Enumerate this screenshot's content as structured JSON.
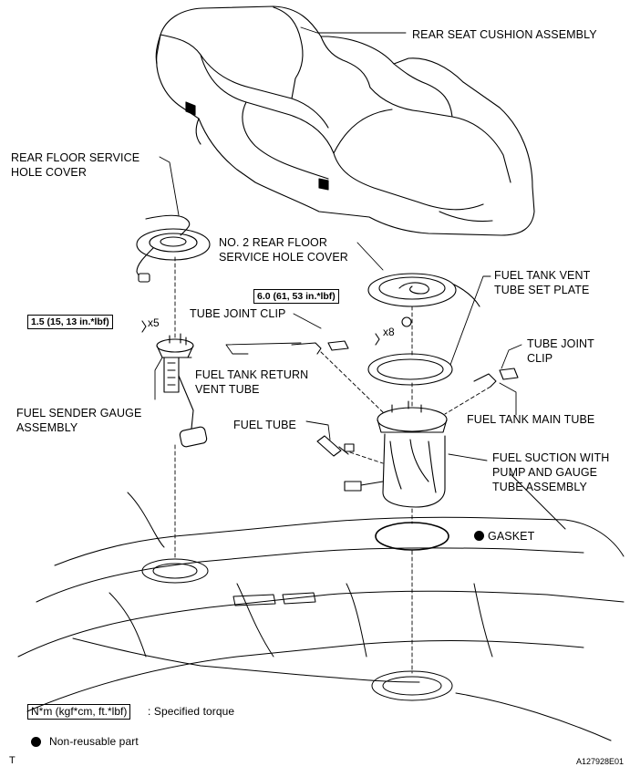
{
  "labels": {
    "rear_seat_cushion": "REAR SEAT CUSHION ASSEMBLY",
    "rear_floor_cover": "REAR FLOOR SERVICE\nHOLE COVER",
    "no2_rear_floor_cover": "NO. 2 REAR FLOOR\nSERVICE HOLE COVER",
    "vent_tube_set_plate": "FUEL TANK VENT\nTUBE SET PLATE",
    "tube_joint_clip_left": "TUBE JOINT CLIP",
    "tube_joint_clip_right": "TUBE JOINT\nCLIP",
    "return_vent_tube": "FUEL TANK RETURN\nVENT TUBE",
    "main_tube": "FUEL TANK MAIN TUBE",
    "sender_gauge": "FUEL SENDER GAUGE\nASSEMBLY",
    "fuel_tube": "FUEL TUBE",
    "suction_assembly": "FUEL SUCTION WITH\nPUMP AND GAUGE\nTUBE ASSEMBLY",
    "gasket": "GASKET"
  },
  "torques": {
    "sender_screw": "1.5 (15, 13 in.*lbf)",
    "set_plate_bolt": "6.0 (61, 53 in.*lbf)"
  },
  "multipliers": {
    "sender_screw": "x5",
    "set_plate_bolt": "x8"
  },
  "legend": {
    "torque_box": "N*m (kgf*cm, ft.*lbf)",
    "torque_text": ": Specified torque",
    "nonreusable_text": "Non-reusable part"
  },
  "corner": {
    "left": "T",
    "right": "A127928E01"
  }
}
